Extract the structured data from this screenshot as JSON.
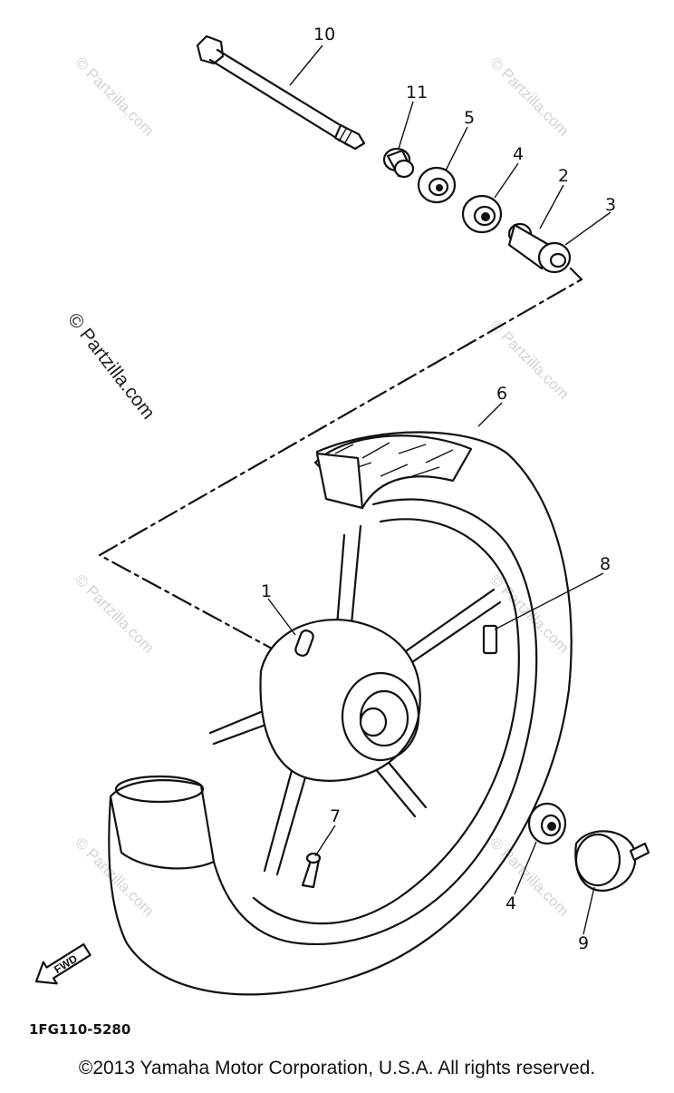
{
  "callouts": [
    {
      "id": "10",
      "label": "10"
    },
    {
      "id": "11",
      "label": "11"
    },
    {
      "id": "5",
      "label": "5"
    },
    {
      "id": "4a",
      "label": "4"
    },
    {
      "id": "2",
      "label": "2"
    },
    {
      "id": "3",
      "label": "3"
    },
    {
      "id": "6",
      "label": "6"
    },
    {
      "id": "8",
      "label": "8"
    },
    {
      "id": "1",
      "label": "1"
    },
    {
      "id": "7",
      "label": "7"
    },
    {
      "id": "4b",
      "label": "4"
    },
    {
      "id": "9",
      "label": "9"
    }
  ],
  "watermark": "© Partzilla.com",
  "fwd_label": "FWD",
  "diagram_code": "1FG110-5280",
  "copyright": "©2013 Yamaha Motor Corporation, U.S.A. All rights reserved."
}
